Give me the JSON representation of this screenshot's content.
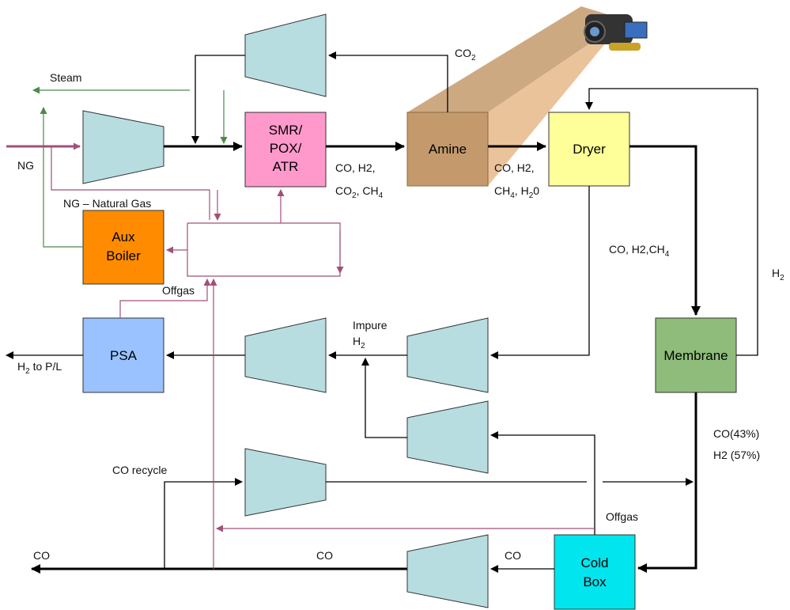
{
  "colors": {
    "compressor": "#b7dde0",
    "smr": "#ff99cc",
    "amine": "#c49a6c",
    "dryer": "#ffff99",
    "aux_boiler": "#ff8c00",
    "psa": "#99c2ff",
    "membrane": "#8fbc7a",
    "cold_box": "#00e5ee",
    "ng_line": "#a0507a",
    "steam_line": "#4a8a4a",
    "main_line": "#000000"
  },
  "boxes": {
    "smr": [
      "SMR/",
      "POX/",
      "ATR"
    ],
    "amine": "Amine",
    "dryer": "Dryer",
    "aux_boiler": [
      "Aux",
      "Boiler"
    ],
    "psa": "PSA",
    "membrane": "Membrane",
    "cold_box": [
      "Cold",
      "Box"
    ]
  },
  "labels": {
    "steam": "Steam",
    "ng": "NG",
    "ng_natural_gas": "NG – Natural Gas",
    "co2_top": {
      "main": "CO",
      "sub": "2"
    },
    "smr_out_1": "CO, H2,",
    "smr_out_2": {
      "a": "CO",
      "a_sub": "2",
      "b": ", CH",
      "b_sub": "4"
    },
    "amine_out_1": "CO, H2,",
    "amine_out_2": {
      "a": "CH",
      "a_sub": "4",
      "b": ", H",
      "b_sub": "2",
      "c": "0"
    },
    "dryer_out": {
      "a": "CO, H2,CH",
      "a_sub": "4"
    },
    "h2_right": {
      "a": "H",
      "a_sub": "2"
    },
    "offgas_left": "Offgas",
    "impure_1": "Impure",
    "impure_2": {
      "a": "H",
      "a_sub": "2"
    },
    "h2_to_pl": {
      "a": "H",
      "a_sub": "2",
      "b": " to P/L"
    },
    "membrane_out_1": "CO(43%)",
    "membrane_out_2": "H2 (57%)",
    "co_recycle": "CO recycle",
    "offgas_right": "Offgas",
    "co_left": "CO",
    "co_mid": "CO",
    "co_coldbox": "CO"
  }
}
